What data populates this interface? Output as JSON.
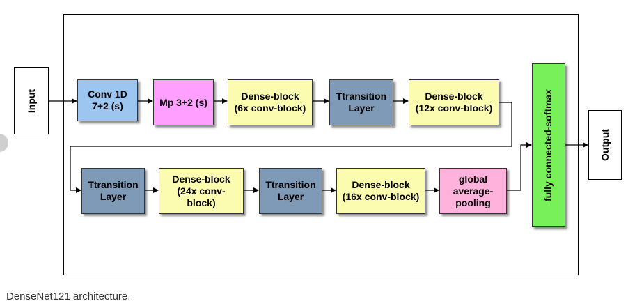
{
  "input_label": "Input",
  "output_label": "Output",
  "row1": [
    {
      "label": "Conv 1D\n7+2 (s)",
      "color": "#9cc6f0"
    },
    {
      "label": "Mp 3+2 (s)",
      "color": "#ff9fff"
    },
    {
      "label": "Dense-block\n(6x conv-block)",
      "color": "#fcfcb0"
    },
    {
      "label": "Ttransition\nLayer",
      "color": "#7f9ab6"
    },
    {
      "label": "Dense-block\n(12x conv-block)",
      "color": "#fcfcb0"
    }
  ],
  "row2": [
    {
      "label": "Ttransition\nLayer",
      "color": "#7f9ab6"
    },
    {
      "label": "Dense-block\n(24x conv-\nblock)",
      "color": "#fcfcb0"
    },
    {
      "label": "Ttransition\nLayer",
      "color": "#7f9ab6"
    },
    {
      "label": "Dense-block\n(16x conv-block)",
      "color": "#fcfcb0"
    },
    {
      "label": "global\naverage-\npooling",
      "color": "#ffb2dc"
    }
  ],
  "fc_label": "fully connected-softmax",
  "fc_color": "#78f05a",
  "caption": "DenseNet121 architecture."
}
